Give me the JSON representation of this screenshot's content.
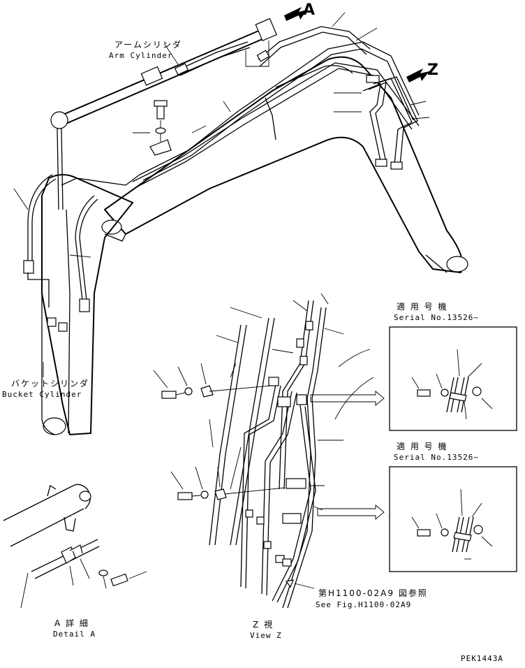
{
  "labels": {
    "arm_cylinder_jp": "アームシリンダ",
    "arm_cylinder_en": "Arm Cylinder",
    "bucket_cylinder_jp": "バケットシリンダ",
    "bucket_cylinder_en": "Bucket Cylinder",
    "view_a_letter": "A",
    "view_z_letter": "Z",
    "serial_jp_1": "適 用 号 機",
    "serial_en_1": "Serial No.13526~",
    "serial_jp_2": "適 用 号 機",
    "serial_en_2": "Serial No.13526~",
    "ref_jp": "第H1100-02A9 図参照",
    "ref_en": "See Fig.H1100-02A9",
    "detail_a_jp": "A 詳 細",
    "detail_a_en": "Detail A",
    "view_z_jp": "Z  視",
    "view_z_en": "View Z",
    "drawing_code": "PEK1443A"
  }
}
